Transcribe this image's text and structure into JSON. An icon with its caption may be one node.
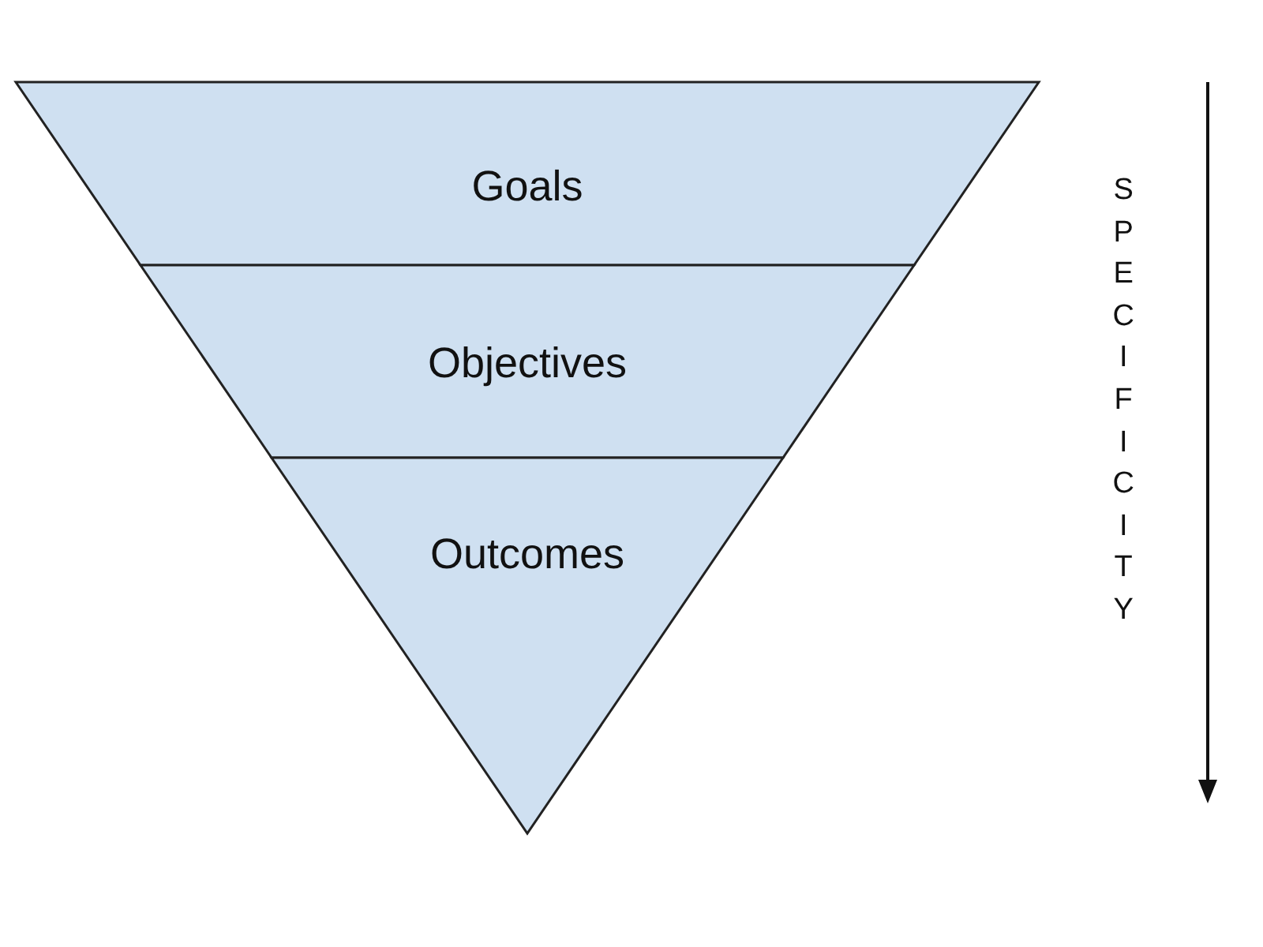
{
  "diagram": {
    "nodes": [
      {
        "text": [
          "Goals"
        ]
      },
      {
        "text": [
          "Objectives"
        ]
      },
      {
        "text": [
          "Outcomes"
        ]
      }
    ],
    "labels": [
      "SPECIFICITY"
    ]
  }
}
